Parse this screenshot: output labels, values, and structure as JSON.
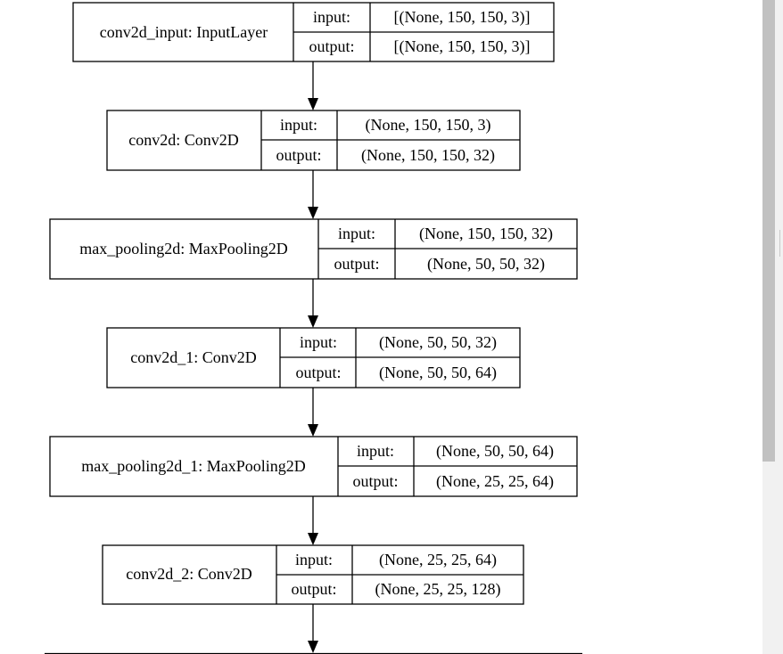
{
  "layers": [
    {
      "name": "conv2d_input: InputLayer",
      "input_label": "input:",
      "output_label": "output:",
      "input_shape": "[(None, 150, 150, 3)]",
      "output_shape": "[(None, 150, 150, 3)]"
    },
    {
      "name": "conv2d: Conv2D",
      "input_label": "input:",
      "output_label": "output:",
      "input_shape": "(None, 150, 150, 3)",
      "output_shape": "(None, 150, 150, 32)"
    },
    {
      "name": "max_pooling2d: MaxPooling2D",
      "input_label": "input:",
      "output_label": "output:",
      "input_shape": "(None, 150, 150, 32)",
      "output_shape": "(None, 50, 50, 32)"
    },
    {
      "name": "conv2d_1: Conv2D",
      "input_label": "input:",
      "output_label": "output:",
      "input_shape": "(None, 50, 50, 32)",
      "output_shape": "(None, 50, 50, 64)"
    },
    {
      "name": "max_pooling2d_1: MaxPooling2D",
      "input_label": "input:",
      "output_label": "output:",
      "input_shape": "(None, 50, 50, 64)",
      "output_shape": "(None, 25, 25, 64)"
    },
    {
      "name": "conv2d_2: Conv2D",
      "input_label": "input:",
      "output_label": "output:",
      "input_shape": "(None, 25, 25, 64)",
      "output_shape": "(None, 25, 25, 128)"
    }
  ],
  "colors": {
    "stroke": "#000000",
    "background": "#ffffff",
    "scroll_track": "#f1f1f1",
    "scroll_thumb": "#c1c1c1"
  }
}
